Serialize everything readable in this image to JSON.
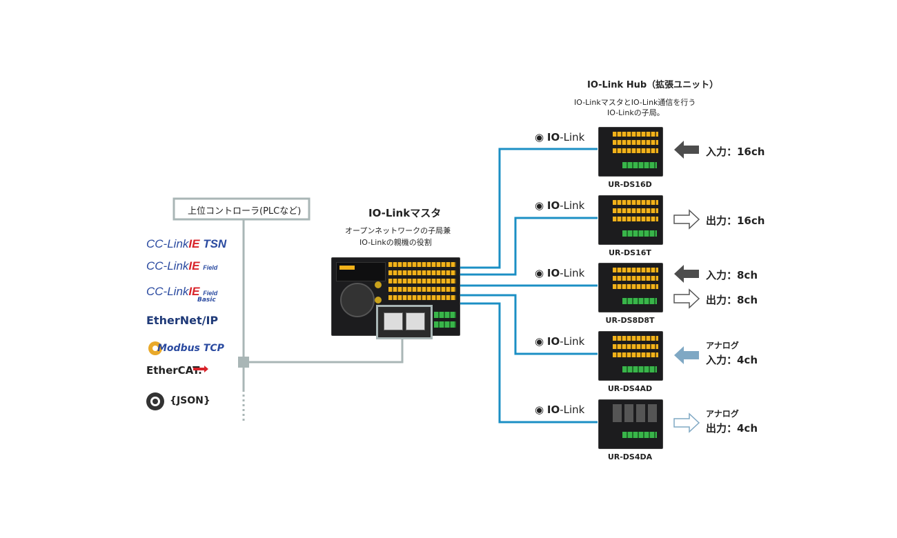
{
  "controller": {
    "label": "上位コントローラ(PLCなど)"
  },
  "protocols": {
    "cclink_tsn": {
      "prefix": "CC-Link",
      "ie": "IE",
      "suffix": "TSN"
    },
    "cclink_field": {
      "prefix": "CC-Link",
      "ie": "IE",
      "suffix": "Field"
    },
    "cclink_field_basic": {
      "prefix": "CC-Link",
      "ie": "IE",
      "suffix": "Field",
      "sub": "Basic"
    },
    "ethernet_ip": "EtherNet/IP",
    "modbus_tcp": "Modbus TCP",
    "ethercat": "EtherCAT.",
    "json": "{JSON}"
  },
  "master": {
    "title": "IO-Linkマスタ",
    "desc_line1": "オープンネットワークの子局兼",
    "desc_line2": "IO-Linkの親機の役割"
  },
  "hub": {
    "title": "IO-Link Hub（拡張ユニット）",
    "desc_line1": "IO-LinkマスタとIO-Link通信を行う",
    "desc_line2": "IO-Linkの子局。"
  },
  "iolink_label": {
    "prefix": "IO",
    "suffix": "-Link"
  },
  "units": [
    {
      "model": "UR-DS16D",
      "labels": [
        "入力：16ch"
      ],
      "arrows": [
        "in-dark"
      ]
    },
    {
      "model": "UR-DS16T",
      "labels": [
        "出力：16ch"
      ],
      "arrows": [
        "out-outline"
      ]
    },
    {
      "model": "UR-DS8D8T",
      "labels": [
        "入力：8ch",
        "出力：8ch"
      ],
      "arrows": [
        "in-dark",
        "out-outline"
      ]
    },
    {
      "model": "UR-DS4AD",
      "labels": [
        "アナログ",
        "入力：4ch"
      ],
      "arrows": [
        "in-blue"
      ]
    },
    {
      "model": "UR-DS4DA",
      "labels": [
        "アナログ",
        "出力：4ch"
      ],
      "arrows": [
        "out-outline-blue"
      ]
    }
  ],
  "colors": {
    "link_line": "#1b8fc4",
    "network_line": "#a9b6b6",
    "arrow_dark": "#4d4d4d",
    "arrow_blue": "#7fa8c4"
  }
}
